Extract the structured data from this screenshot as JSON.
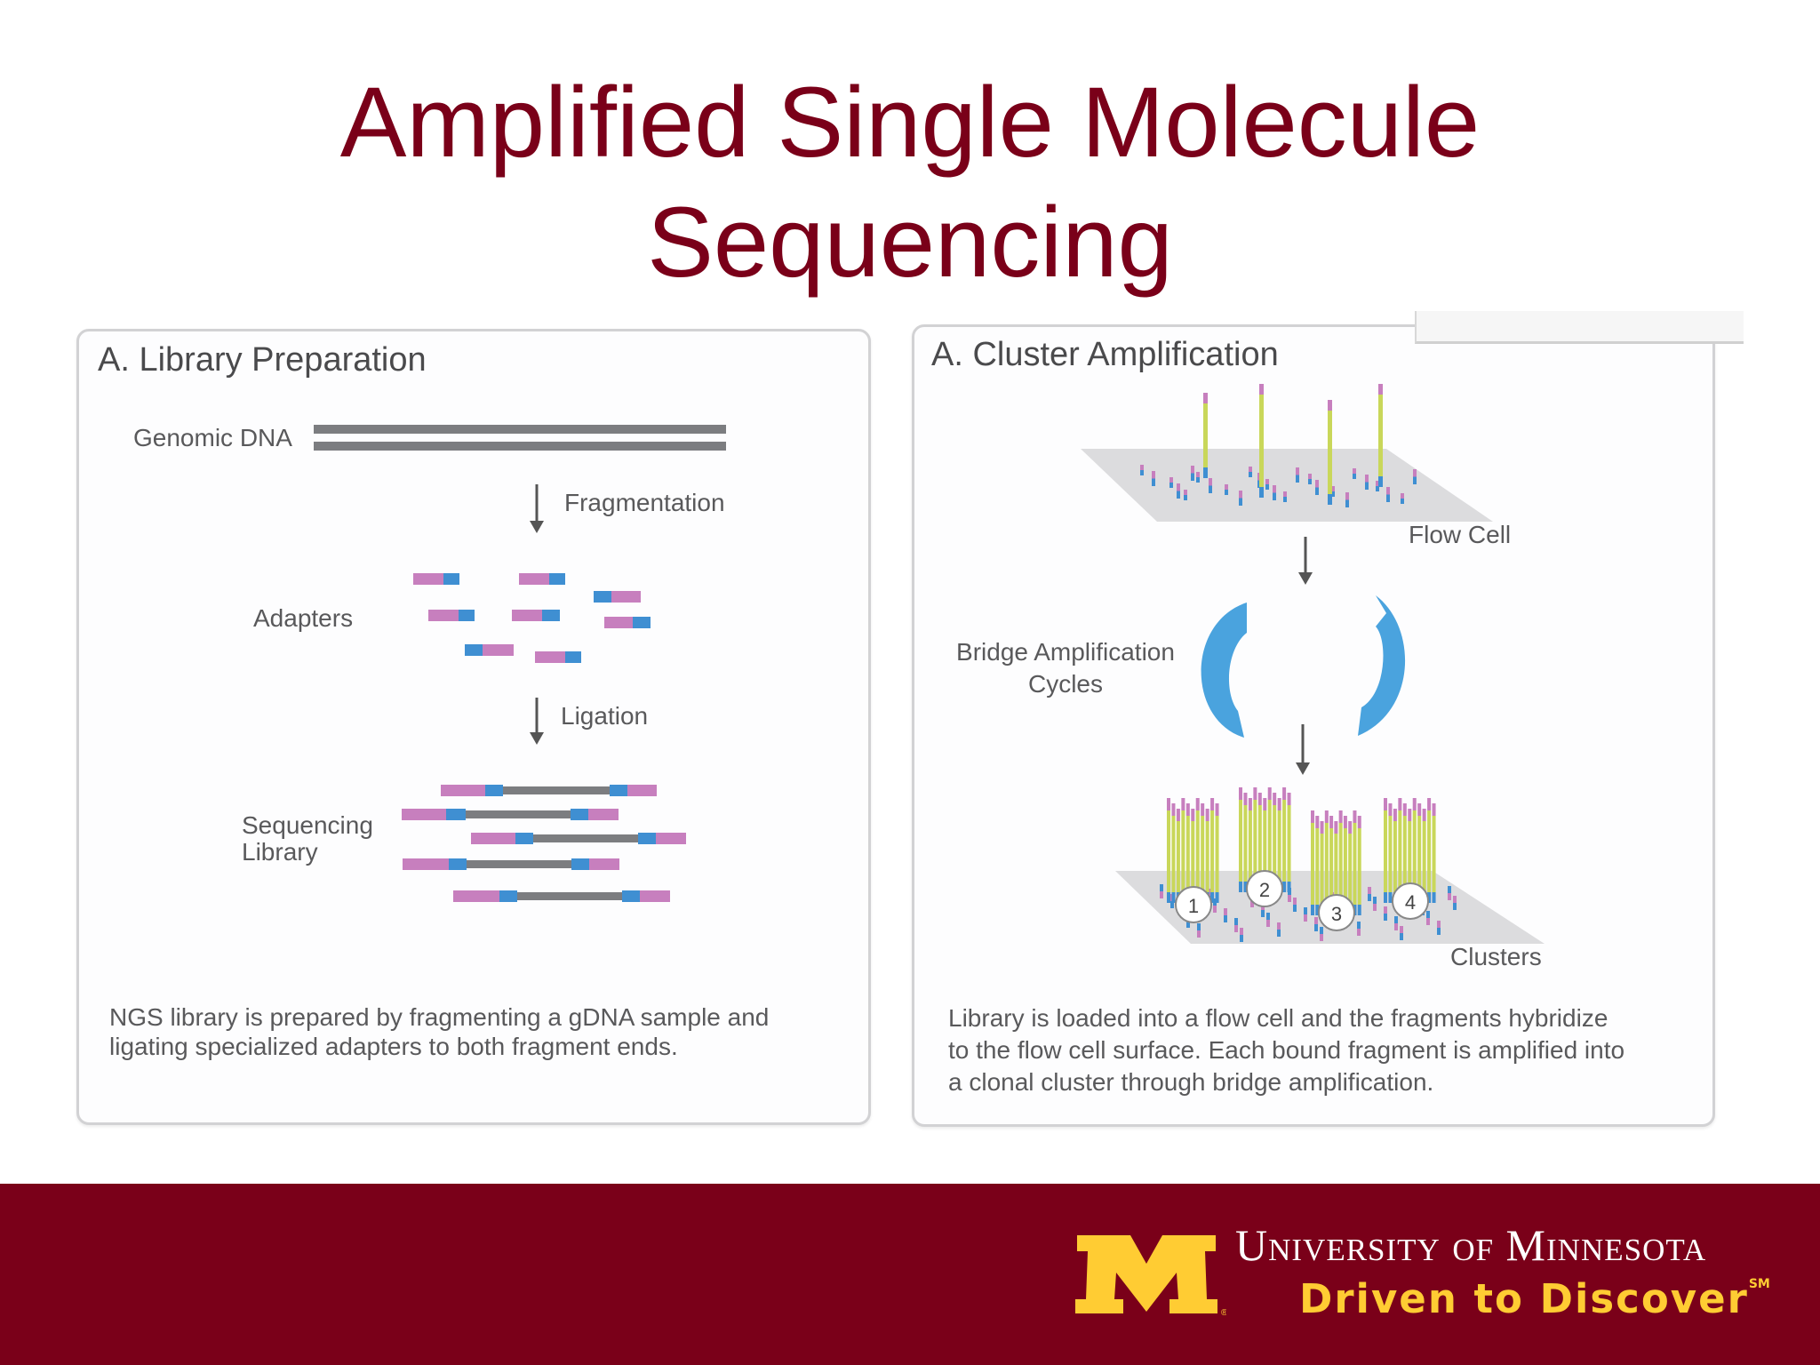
{
  "slide": {
    "title_line1": "Amplified Single Molecule",
    "title_line2": "Sequencing"
  },
  "panel_library": {
    "title": "A. Library Preparation",
    "genomic_dna_label": "Genomic DNA",
    "fragmentation_label": "Fragmentation",
    "adapters_label": "Adapters",
    "ligation_label": "Ligation",
    "sequencing_library_line1": "Sequencing",
    "sequencing_library_line2": "Library",
    "caption_line1": "NGS library is prepared by fragmenting a gDNA sample and",
    "caption_line2": "ligating specialized adapters to both fragment ends."
  },
  "panel_cluster": {
    "title": "A. Cluster Amplification",
    "flow_cell_label": "Flow Cell",
    "bridge_label_line1": "Bridge Amplification",
    "bridge_label_line2": "Cycles",
    "clusters_label": "Clusters",
    "cluster_numbers": [
      "1",
      "2",
      "3",
      "4"
    ],
    "caption_line1": "Library is loaded into a flow cell and the fragments hybridize",
    "caption_line2": "to the flow cell surface. Each bound fragment is amplified into",
    "caption_line3": "a clonal cluster through bridge amplification."
  },
  "footer": {
    "university_name": "University of Minnesota",
    "tagline": "Driven to Discover",
    "tagline_mark": "SM",
    "logo_letter": "M"
  },
  "colors": {
    "maroon": "#7a0019",
    "gold": "#ffcc33",
    "adapter_pink": "#c77fbe",
    "adapter_blue": "#3f8fd2",
    "dna_gray": "#7c7d80",
    "strand_yellow": "#c9d75a",
    "cycle_blue": "#4aa3de"
  }
}
